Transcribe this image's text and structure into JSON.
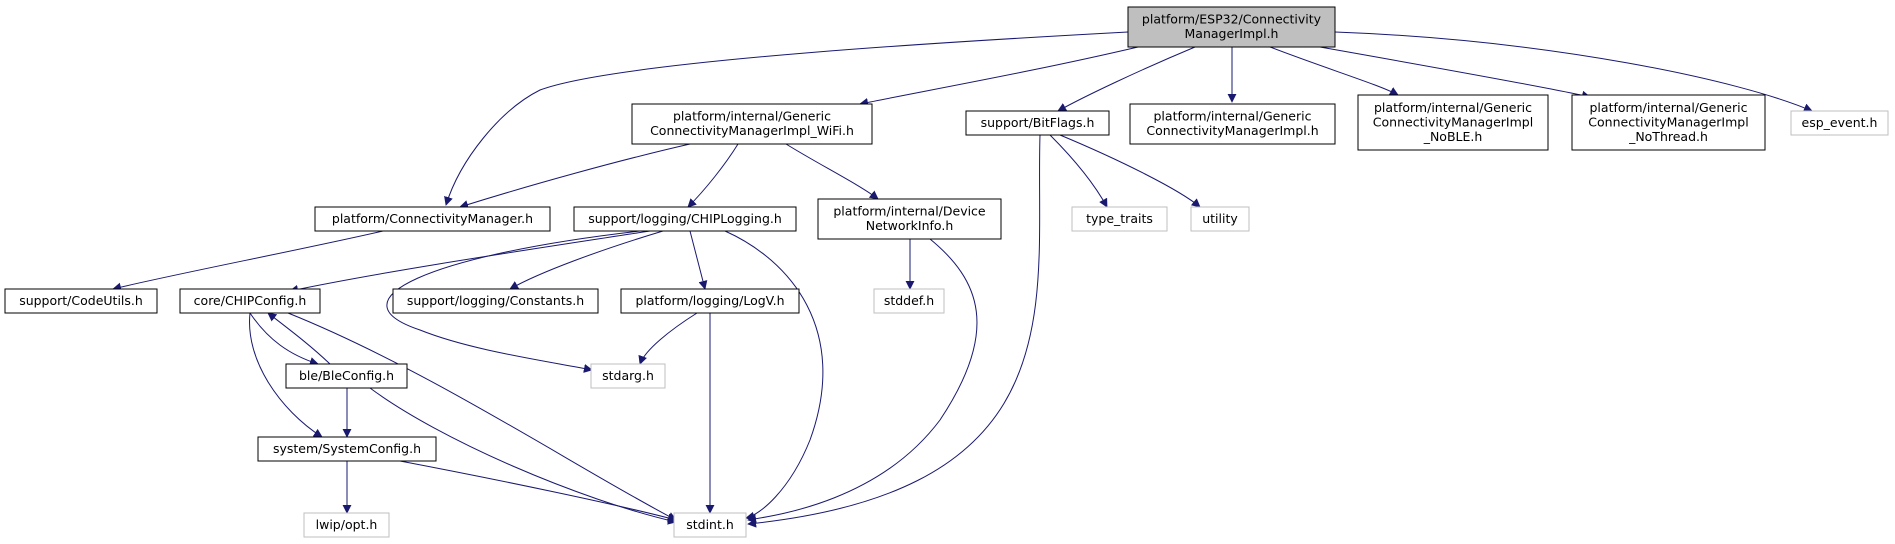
{
  "colors": {
    "edge": "#191970",
    "node_border": "#000000",
    "node_border_external": "#bfbfbf",
    "root_fill": "#bfbfbf",
    "node_fill": "#ffffff"
  },
  "nodes": [
    {
      "id": "root",
      "lines": [
        "platform/ESP32/Connectivity",
        "ManagerImpl.h"
      ],
      "style": "root"
    },
    {
      "id": "wifi",
      "lines": [
        "platform/internal/Generic",
        "ConnectivityManagerImpl_WiFi.h"
      ],
      "style": "doc"
    },
    {
      "id": "bitflags",
      "lines": [
        "support/BitFlags.h"
      ],
      "style": "doc"
    },
    {
      "id": "gcmi",
      "lines": [
        "platform/internal/Generic",
        "ConnectivityManagerImpl.h"
      ],
      "style": "doc"
    },
    {
      "id": "noble",
      "lines": [
        "platform/internal/Generic",
        "ConnectivityManagerImpl",
        "_NoBLE.h"
      ],
      "style": "doc"
    },
    {
      "id": "nothread",
      "lines": [
        "platform/internal/Generic",
        "ConnectivityManagerImpl",
        "_NoThread.h"
      ],
      "style": "doc"
    },
    {
      "id": "espevent",
      "lines": [
        "esp_event.h"
      ],
      "style": "external"
    },
    {
      "id": "connmgr",
      "lines": [
        "platform/ConnectivityManager.h"
      ],
      "style": "doc"
    },
    {
      "id": "chiplogging",
      "lines": [
        "support/logging/CHIPLogging.h"
      ],
      "style": "doc"
    },
    {
      "id": "netinfo",
      "lines": [
        "platform/internal/Device",
        "NetworkInfo.h"
      ],
      "style": "doc"
    },
    {
      "id": "typetraits",
      "lines": [
        "type_traits"
      ],
      "style": "external"
    },
    {
      "id": "utility",
      "lines": [
        "utility"
      ],
      "style": "external"
    },
    {
      "id": "codeutils",
      "lines": [
        "support/CodeUtils.h"
      ],
      "style": "doc"
    },
    {
      "id": "chipconfig",
      "lines": [
        "core/CHIPConfig.h"
      ],
      "style": "doc"
    },
    {
      "id": "constants",
      "lines": [
        "support/logging/Constants.h"
      ],
      "style": "doc"
    },
    {
      "id": "logv",
      "lines": [
        "platform/logging/LogV.h"
      ],
      "style": "doc"
    },
    {
      "id": "stddef",
      "lines": [
        "stddef.h"
      ],
      "style": "external"
    },
    {
      "id": "bleconfig",
      "lines": [
        "ble/BleConfig.h"
      ],
      "style": "doc"
    },
    {
      "id": "stdarg",
      "lines": [
        "stdarg.h"
      ],
      "style": "external"
    },
    {
      "id": "sysconfig",
      "lines": [
        "system/SystemConfig.h"
      ],
      "style": "doc"
    },
    {
      "id": "lwipopt",
      "lines": [
        "lwip/opt.h"
      ],
      "style": "external"
    },
    {
      "id": "stdint",
      "lines": [
        "stdint.h"
      ],
      "style": "external"
    }
  ],
  "edges": [
    {
      "from": "root",
      "to": "connmgr"
    },
    {
      "from": "root",
      "to": "wifi"
    },
    {
      "from": "root",
      "to": "bitflags"
    },
    {
      "from": "root",
      "to": "gcmi"
    },
    {
      "from": "root",
      "to": "noble"
    },
    {
      "from": "root",
      "to": "nothread"
    },
    {
      "from": "root",
      "to": "espevent"
    },
    {
      "from": "wifi",
      "to": "connmgr"
    },
    {
      "from": "wifi",
      "to": "chiplogging"
    },
    {
      "from": "wifi",
      "to": "netinfo"
    },
    {
      "from": "bitflags",
      "to": "typetraits"
    },
    {
      "from": "bitflags",
      "to": "utility"
    },
    {
      "from": "bitflags",
      "to": "stdint"
    },
    {
      "from": "connmgr",
      "to": "codeutils"
    },
    {
      "from": "chiplogging",
      "to": "chipconfig"
    },
    {
      "from": "chiplogging",
      "to": "constants"
    },
    {
      "from": "chiplogging",
      "to": "logv"
    },
    {
      "from": "chiplogging",
      "to": "stdarg"
    },
    {
      "from": "chiplogging",
      "to": "stdint"
    },
    {
      "from": "netinfo",
      "to": "stddef"
    },
    {
      "from": "netinfo",
      "to": "stdint"
    },
    {
      "from": "chipconfig",
      "to": "bleconfig"
    },
    {
      "from": "chipconfig",
      "to": "sysconfig"
    },
    {
      "from": "chipconfig",
      "to": "stdint"
    },
    {
      "from": "bleconfig",
      "to": "chipconfig"
    },
    {
      "from": "bleconfig",
      "to": "sysconfig"
    },
    {
      "from": "bleconfig",
      "to": "stdint"
    },
    {
      "from": "logv",
      "to": "stdarg"
    },
    {
      "from": "logv",
      "to": "stdint"
    },
    {
      "from": "sysconfig",
      "to": "lwipopt"
    },
    {
      "from": "sysconfig",
      "to": "stdint"
    }
  ]
}
